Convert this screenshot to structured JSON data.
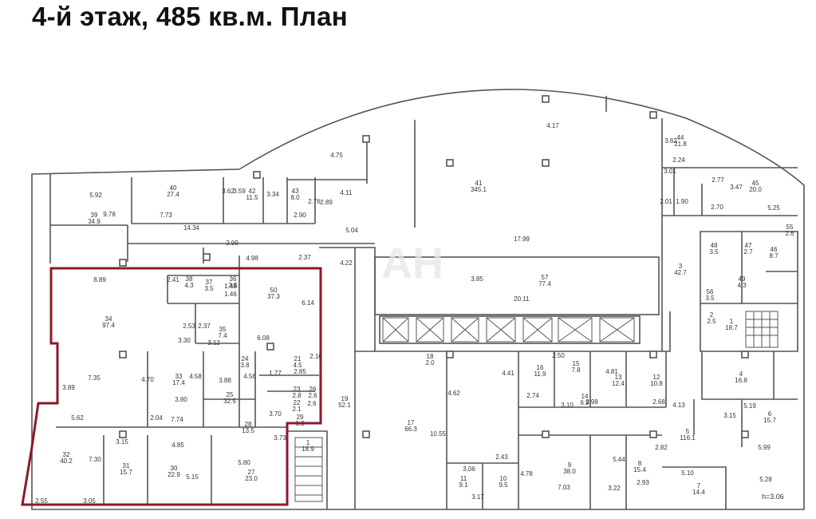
{
  "title": "4-й этаж, 485 кв.м. План",
  "watermark": "AH",
  "height_label": "h=3.06",
  "highlight_color": "#8b1a2b",
  "rooms": [
    {
      "no": "39",
      "area": "34.9"
    },
    {
      "no": "40",
      "area": "27.4"
    },
    {
      "no": "42",
      "area": "11.5"
    },
    {
      "no": "43",
      "area": "8.0"
    },
    {
      "no": "41",
      "area": "345.1"
    },
    {
      "no": "44",
      "area": "21.8"
    },
    {
      "no": "45",
      "area": "20.0"
    },
    {
      "no": "57",
      "area": "77.4"
    },
    {
      "no": "34",
      "area": "97.4"
    },
    {
      "no": "38",
      "area": "4.3"
    },
    {
      "no": "37",
      "area": "3.5"
    },
    {
      "no": "36",
      "area": "3.5"
    },
    {
      "no": "50",
      "area": "37.3"
    },
    {
      "no": "35",
      "area": "7.4"
    },
    {
      "no": "33",
      "area": "17.4"
    },
    {
      "no": "24",
      "area": "3.8"
    },
    {
      "no": "21",
      "area": "4.5"
    },
    {
      "no": "25",
      "area": "32.5"
    },
    {
      "no": "23",
      "area": "2.8"
    },
    {
      "no": "26",
      "area": "2.6"
    },
    {
      "no": "22",
      "area": "2.1"
    },
    {
      "no": "28",
      "area": "13.5"
    },
    {
      "no": "29",
      "area": "1.8"
    },
    {
      "no": "32",
      "area": "40.2"
    },
    {
      "no": "31",
      "area": "15.7"
    },
    {
      "no": "30",
      "area": "22.9"
    },
    {
      "no": "27",
      "area": "23.0"
    },
    {
      "no": "1",
      "area": "18.9"
    },
    {
      "no": "18",
      "area": "2.0"
    },
    {
      "no": "19",
      "area": "52.1"
    },
    {
      "no": "17",
      "area": "66.3"
    },
    {
      "no": "16",
      "area": "11.9"
    },
    {
      "no": "15",
      "area": "7.8"
    },
    {
      "no": "14",
      "area": "6.9"
    },
    {
      "no": "13",
      "area": "12.4"
    },
    {
      "no": "12",
      "area": "10.8"
    },
    {
      "no": "11",
      "area": "9.1"
    },
    {
      "no": "10",
      "area": "9.5"
    },
    {
      "no": "9",
      "area": "38.0"
    },
    {
      "no": "8",
      "area": "15.4"
    },
    {
      "no": "7",
      "area": "14.4"
    },
    {
      "no": "5",
      "area": "116.1"
    },
    {
      "no": "6",
      "area": "15.7"
    },
    {
      "no": "4",
      "area": "16.8"
    },
    {
      "no": "3",
      "area": "42.7"
    },
    {
      "no": "2",
      "area": "2.5"
    },
    {
      "no": "1",
      "area": "18.7"
    },
    {
      "no": "48",
      "area": "3.5"
    },
    {
      "no": "47",
      "area": "2.7"
    },
    {
      "no": "46",
      "area": "8.7"
    },
    {
      "no": "49",
      "area": "4.3"
    },
    {
      "no": "55",
      "area": "2.6"
    },
    {
      "no": "56",
      "area": "3.5"
    }
  ],
  "dimensions": [
    "5.92",
    "9.78",
    "7.73",
    "3.62",
    "3.59",
    "3.34",
    "4.75",
    "4.11",
    "2.90",
    "2.76",
    "2.89",
    "4.17",
    "3.62",
    "2.24",
    "3.01",
    "2.77",
    "3.47",
    "1.90",
    "2.01",
    "2.70",
    "5.25",
    "14.34",
    "2.99",
    "4.98",
    "2.37",
    "5.04",
    "4.22",
    "17.99",
    "8.89",
    "2.41",
    "3.85",
    "20.11",
    "6.14",
    "2.53",
    "2.37",
    "3.30",
    "3.12",
    "6.08",
    "3.89",
    "7.35",
    "4.70",
    "4.58",
    "3.80",
    "3.88",
    "4.56",
    "1.77",
    "2.85",
    "2.10",
    "5.62",
    "2.04",
    "7.74",
    "3.70",
    "3.73",
    "3.15",
    "4.85",
    "5.80",
    "7.30",
    "5.15",
    "2.55",
    "3.05",
    "10.55",
    "4.62",
    "4.41",
    "2.50",
    "2.74",
    "3.10",
    "2.98",
    "2.68",
    "4.13",
    "3.15",
    "5.19",
    "5.99",
    "2.82",
    "3.06",
    "2.43",
    "3.17",
    "4.78",
    "7.03",
    "5.44",
    "3.22",
    "2.93",
    "5.10",
    "5.28",
    "1.46",
    "1.48",
    "2.6",
    "4.81"
  ]
}
